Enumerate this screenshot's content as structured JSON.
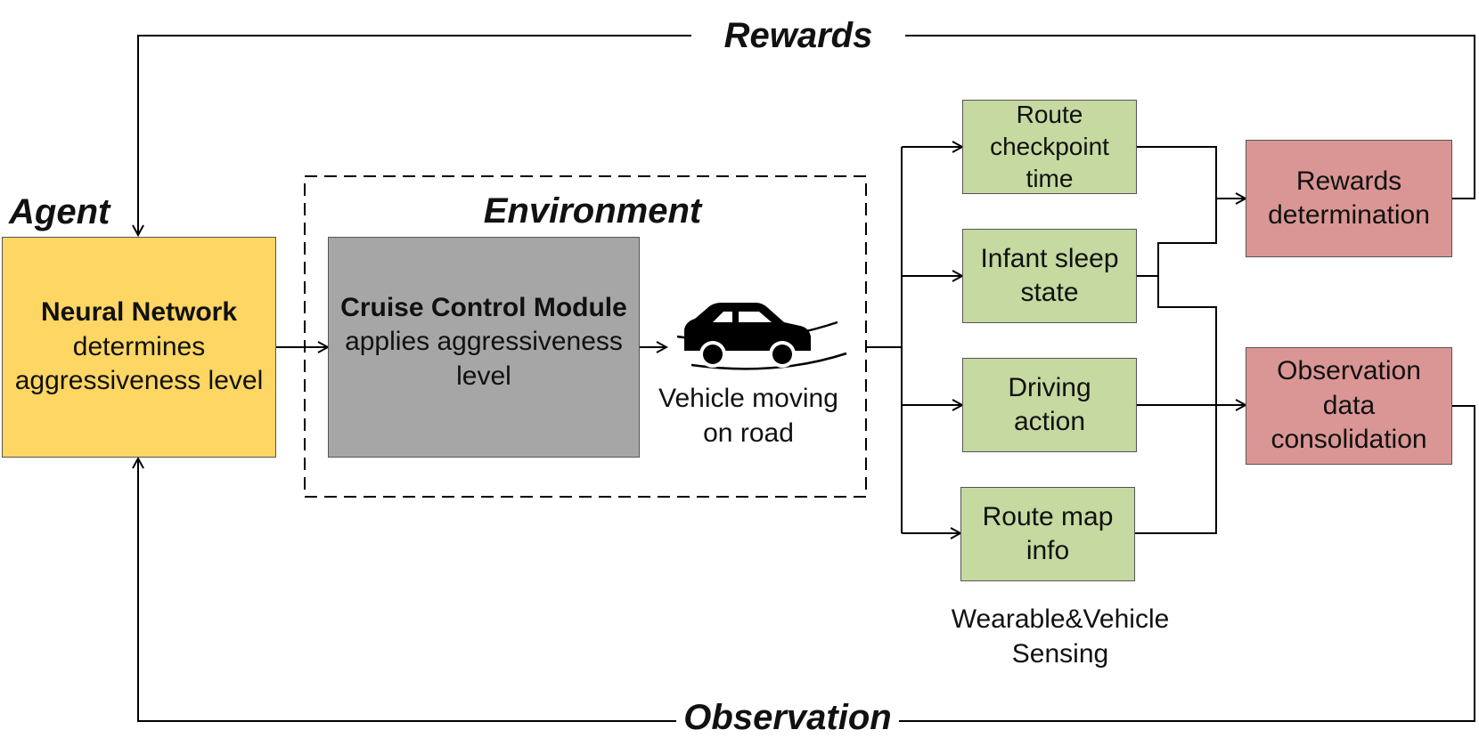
{
  "labels": {
    "rewards": "Rewards",
    "observation": "Observation",
    "agent": "Agent",
    "environment": "Environment",
    "sensing_line1": "Wearable&Vehicle",
    "sensing_line2": "Sensing"
  },
  "agent_box": {
    "title": "Neural Network",
    "line1": "determines",
    "line2": "aggressiveness level",
    "color": "#FDD663"
  },
  "cruise_box": {
    "title": "Cruise Control Module",
    "line1": "applies aggressiveness",
    "line2": "level",
    "color": "#A6A6A6"
  },
  "vehicle": {
    "icon": "car-icon",
    "line1": "Vehicle moving",
    "line2": "on road"
  },
  "sensors": [
    {
      "line1": "Route",
      "line2": "checkpoint",
      "line3": "time"
    },
    {
      "line1": "Infant sleep",
      "line2": "state"
    },
    {
      "line1": "Driving",
      "line2": "action"
    },
    {
      "line1": "Route map",
      "line2": "info"
    }
  ],
  "sensor_color": "#C5D9A0",
  "outputs": {
    "rewards_det": {
      "line1": "Rewards",
      "line2": "determination"
    },
    "obs_consol": {
      "line1": "Observation",
      "line2": "data",
      "line3": "consolidation"
    },
    "color": "#DA9694"
  }
}
